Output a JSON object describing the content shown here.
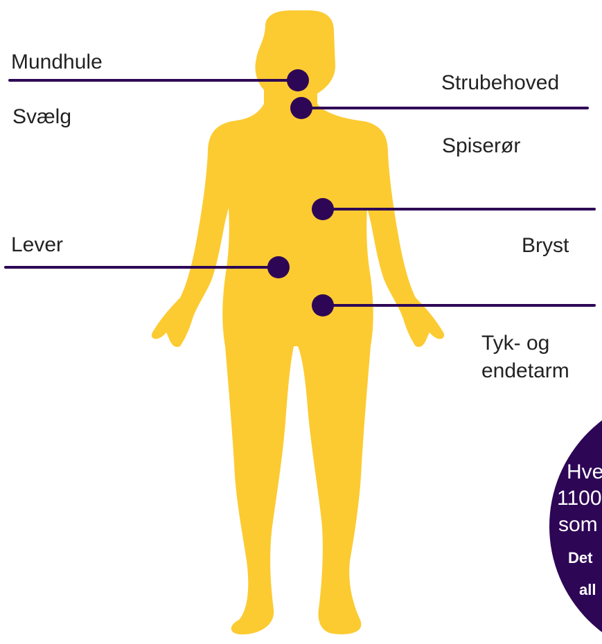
{
  "colors": {
    "body_fill": "#FCCB32",
    "accent": "#2E0656",
    "label_text": "#222222",
    "circle_text": "#FFFFFF"
  },
  "labels": {
    "mundhule": "Mundhule",
    "svaelg": "Svælg",
    "strubehoved": "Strubehoved",
    "spiseroer": "Spiserør",
    "lever": "Lever",
    "bryst": "Bryst",
    "tyk_line1": "Tyk- og",
    "tyk_line2": "endetarm"
  },
  "info_circle": {
    "line1": "Hve",
    "line2": "1100",
    "line3": "som",
    "bold1": "Det",
    "bold2": "all"
  }
}
